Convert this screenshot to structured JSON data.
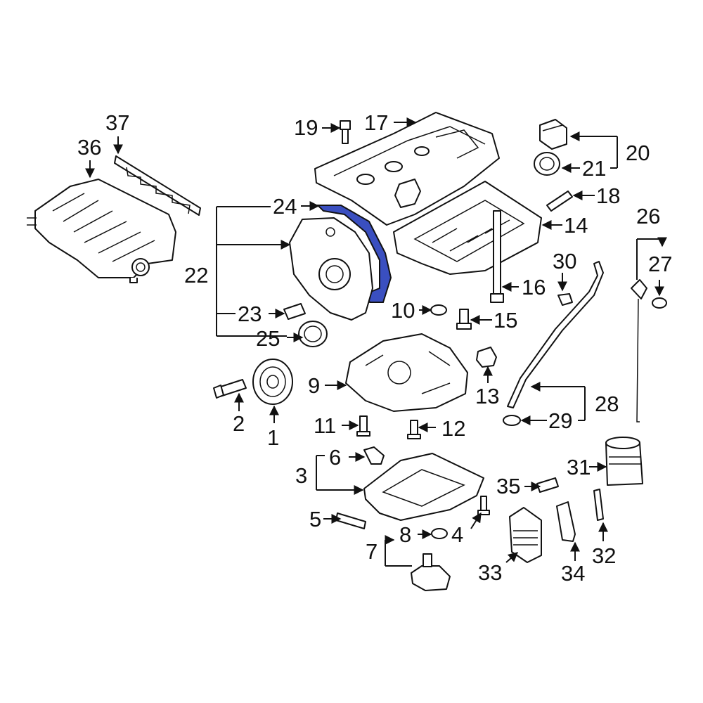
{
  "diagram": {
    "highlight_color": "#3a4fc0",
    "callouts": [
      {
        "id": "1",
        "label": "1"
      },
      {
        "id": "2",
        "label": "2"
      },
      {
        "id": "3",
        "label": "3"
      },
      {
        "id": "4",
        "label": "4"
      },
      {
        "id": "5",
        "label": "5"
      },
      {
        "id": "6",
        "label": "6"
      },
      {
        "id": "7",
        "label": "7"
      },
      {
        "id": "8",
        "label": "8"
      },
      {
        "id": "9",
        "label": "9"
      },
      {
        "id": "10",
        "label": "10"
      },
      {
        "id": "11",
        "label": "11"
      },
      {
        "id": "12",
        "label": "12"
      },
      {
        "id": "13",
        "label": "13"
      },
      {
        "id": "14",
        "label": "14"
      },
      {
        "id": "15",
        "label": "15"
      },
      {
        "id": "16",
        "label": "16"
      },
      {
        "id": "17",
        "label": "17"
      },
      {
        "id": "18",
        "label": "18"
      },
      {
        "id": "19",
        "label": "19"
      },
      {
        "id": "20",
        "label": "20"
      },
      {
        "id": "21",
        "label": "21"
      },
      {
        "id": "22",
        "label": "22"
      },
      {
        "id": "23",
        "label": "23"
      },
      {
        "id": "24",
        "label": "24"
      },
      {
        "id": "25",
        "label": "25"
      },
      {
        "id": "26",
        "label": "26"
      },
      {
        "id": "27",
        "label": "27"
      },
      {
        "id": "28",
        "label": "28"
      },
      {
        "id": "29",
        "label": "29"
      },
      {
        "id": "30",
        "label": "30"
      },
      {
        "id": "31",
        "label": "31"
      },
      {
        "id": "32",
        "label": "32"
      },
      {
        "id": "33",
        "label": "33"
      },
      {
        "id": "34",
        "label": "34"
      },
      {
        "id": "35",
        "label": "35"
      },
      {
        "id": "36",
        "label": "36"
      },
      {
        "id": "37",
        "label": "37"
      }
    ]
  }
}
